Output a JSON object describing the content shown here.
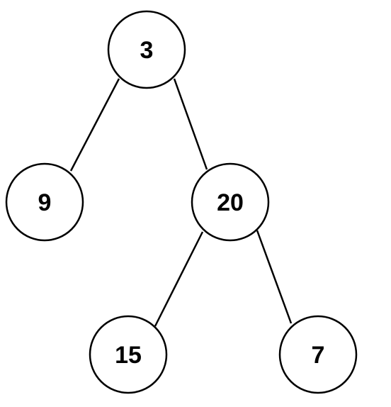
{
  "tree": {
    "nodes": [
      {
        "id": "n3",
        "label": "3"
      },
      {
        "id": "n9",
        "label": "9"
      },
      {
        "id": "n20",
        "label": "20"
      },
      {
        "id": "n15",
        "label": "15"
      },
      {
        "id": "n7",
        "label": "7"
      }
    ],
    "edges": [
      {
        "from": "n3",
        "to": "n9"
      },
      {
        "from": "n3",
        "to": "n20"
      },
      {
        "from": "n20",
        "to": "n15"
      },
      {
        "from": "n20",
        "to": "n7"
      }
    ]
  }
}
